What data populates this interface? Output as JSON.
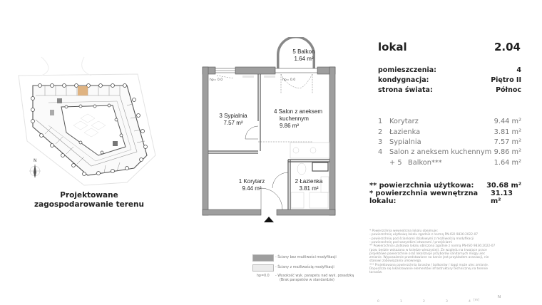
{
  "site_plan": {
    "caption_line1": "Projektowane",
    "caption_line2": "zagospodarowanie terenu",
    "north_label": "N",
    "highlight_color": "#d9a66b"
  },
  "floor_plan": {
    "rooms": [
      {
        "id": "5",
        "name": "Balkon",
        "area": "1.64 m²"
      },
      {
        "id": "3",
        "name": "Sypialnia",
        "area": "7.57 m²"
      },
      {
        "id": "4",
        "name": "Salon z aneksem",
        "name2": "kuchennym",
        "area": "9.86 m²"
      },
      {
        "id": "1",
        "name": "Korytarz",
        "area": "9.44 m²"
      },
      {
        "id": "2",
        "name": "Łazienka",
        "area": "3.81 m²"
      }
    ],
    "room_labels": {
      "balkon_1": "5  Balkon",
      "balkon_2": "1.64 m²",
      "sypialnia_1": "3  Sypialnia",
      "sypialnia_2": "7.57 m²",
      "salon_1": "4  Salon z aneksem",
      "salon_2": "kuchennym",
      "salon_3": "9.86 m²",
      "korytarz_1": "1  Korytarz",
      "korytarz_2": "9.44 m²",
      "lazienka_1": "2  Łazienka",
      "lazienka_2": "3.81 m²"
    },
    "hp_label": "hp= 0.0",
    "wall_color_fixed": "#9e9e9e",
    "wall_color_modifiable": "#e6e6e6"
  },
  "legend": {
    "items": [
      {
        "text": "-   Ściany bez możliwości modyfikacji"
      },
      {
        "text": "-   Ściany z możliwością modyfikacji"
      },
      {
        "key": "hp=0.0",
        "text": "-   Wysokość wyk. parapetu nad wyk. posadzką",
        "text2": "(Brak parapetów w standardzie)"
      }
    ]
  },
  "info": {
    "title": "lokal",
    "number": "2.04",
    "meta": [
      {
        "label": "pomieszczenia:",
        "value": "4"
      },
      {
        "label": "kondygnacja:",
        "value": "Piętro II"
      },
      {
        "label": "strona świata:",
        "value": "Północ"
      }
    ],
    "rooms": [
      {
        "num": "1",
        "name": "Korytarz",
        "area": "9.44 m²"
      },
      {
        "num": "2",
        "name": "Łazienka",
        "area": "3.81 m²"
      },
      {
        "num": "3",
        "name": "Sypialnia",
        "area": "7.57 m²"
      },
      {
        "num": "4",
        "name": "Salon z aneksem kuchennym",
        "area": "9.86 m²"
      },
      {
        "num": "+ 5",
        "name": "Balkon***",
        "area": "1.64 m²"
      }
    ],
    "totals": [
      {
        "label": "** powierzchnia użytkowa:",
        "value": "30.68 m²"
      },
      {
        "label": "* powierzchnia wewnętrzna lokalu:",
        "value": "31.13 m²"
      }
    ]
  },
  "footnotes": [
    "*    Powierzchnia wewnętrzna lokalu obejmuje:",
    "     - powierzchnię użytkową lokalu zgodnie z normą PN-ISO 9836:2022-07",
    "     - powierzchnię pod ściankami działowymi z możliwością modyfikacji",
    "     - powierzchnię pod wszystkimi otworami / przejściami",
    "**  Powierzchnia użytkowa lokalu obliczona zgodnie z normą PN-ISO 9836:2022-07",
    "     (pow. będzie wskazana w księdze wieczystej). Ze względu na trwające prace",
    "     projektowe powierzchnie oraz lokalizacje przyborów sanitarnych mogą ulec",
    "     zmianie. Wyposażenie przedstawione na karcie jest przykładem aranżacji, nie",
    "     stanowi zobowiązania umownego.",
    "*** Projektowana powierzchnia tarasów / balkonów / loggi może ulec zmianie.",
    "     Dopuszcza się lokalizowanie elementów infrastruktury technicznej na terenie",
    "     tarasów."
  ],
  "scale": {
    "ticks": [
      "0",
      "1",
      "2",
      "3",
      "4"
    ],
    "unit": "[m]",
    "north_label": "N"
  }
}
